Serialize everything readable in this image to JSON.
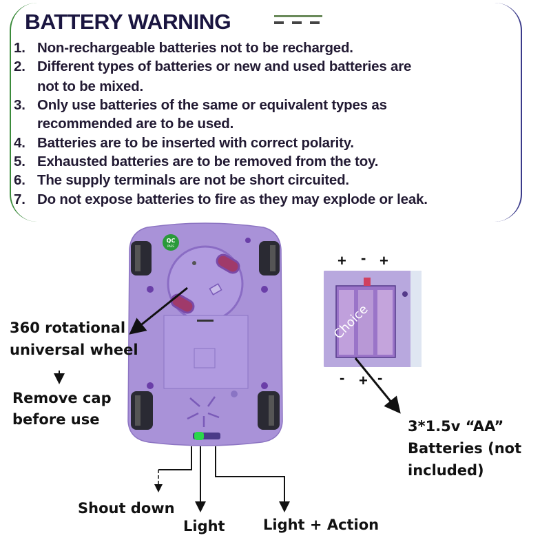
{
  "warning": {
    "title": "BATTERY WARNING",
    "items": [
      {
        "num": "1.",
        "lines": [
          "Non-rechargeable batteries not to be recharged."
        ]
      },
      {
        "num": "2.",
        "lines": [
          "Different types of batteries or new and used batteries are",
          "not to be mixed."
        ]
      },
      {
        "num": "3.",
        "lines": [
          "Only use batteries of the same or equivalent types as",
          "recommended are to be used."
        ]
      },
      {
        "num": "4.",
        "lines": [
          "Batteries are to be inserted with correct polarity."
        ]
      },
      {
        "num": "5.",
        "lines": [
          "Exhausted batteries are to be removed from the toy."
        ]
      },
      {
        "num": "6.",
        "lines": [
          "The supply terminals are not be short circuited."
        ]
      },
      {
        "num": "7.",
        "lines": [
          "Do not expose batteries to fire as they may explode or leak."
        ]
      }
    ]
  },
  "car": {
    "qc_badge": "QC",
    "qc_badge_sub": "PASS",
    "body_color": "#a992d8",
    "switch_color": "#2bd64a"
  },
  "callouts": {
    "wheel_line1": "360 rotational",
    "wheel_line2": "universal wheel",
    "cap_line1": "Remove cap",
    "cap_line2": "before use",
    "shutdown": "Shout down",
    "light": "Light",
    "light_action": "Light + Action",
    "batteries_line1": "3*1.5v “AA”",
    "batteries_line2": "Batteries (not",
    "batteries_line3": "included)"
  },
  "battery_compartment": {
    "top_polarity": [
      "+",
      "-",
      "+"
    ],
    "bottom_polarity": [
      "-",
      "+",
      "-"
    ],
    "watermark": "Choice"
  }
}
